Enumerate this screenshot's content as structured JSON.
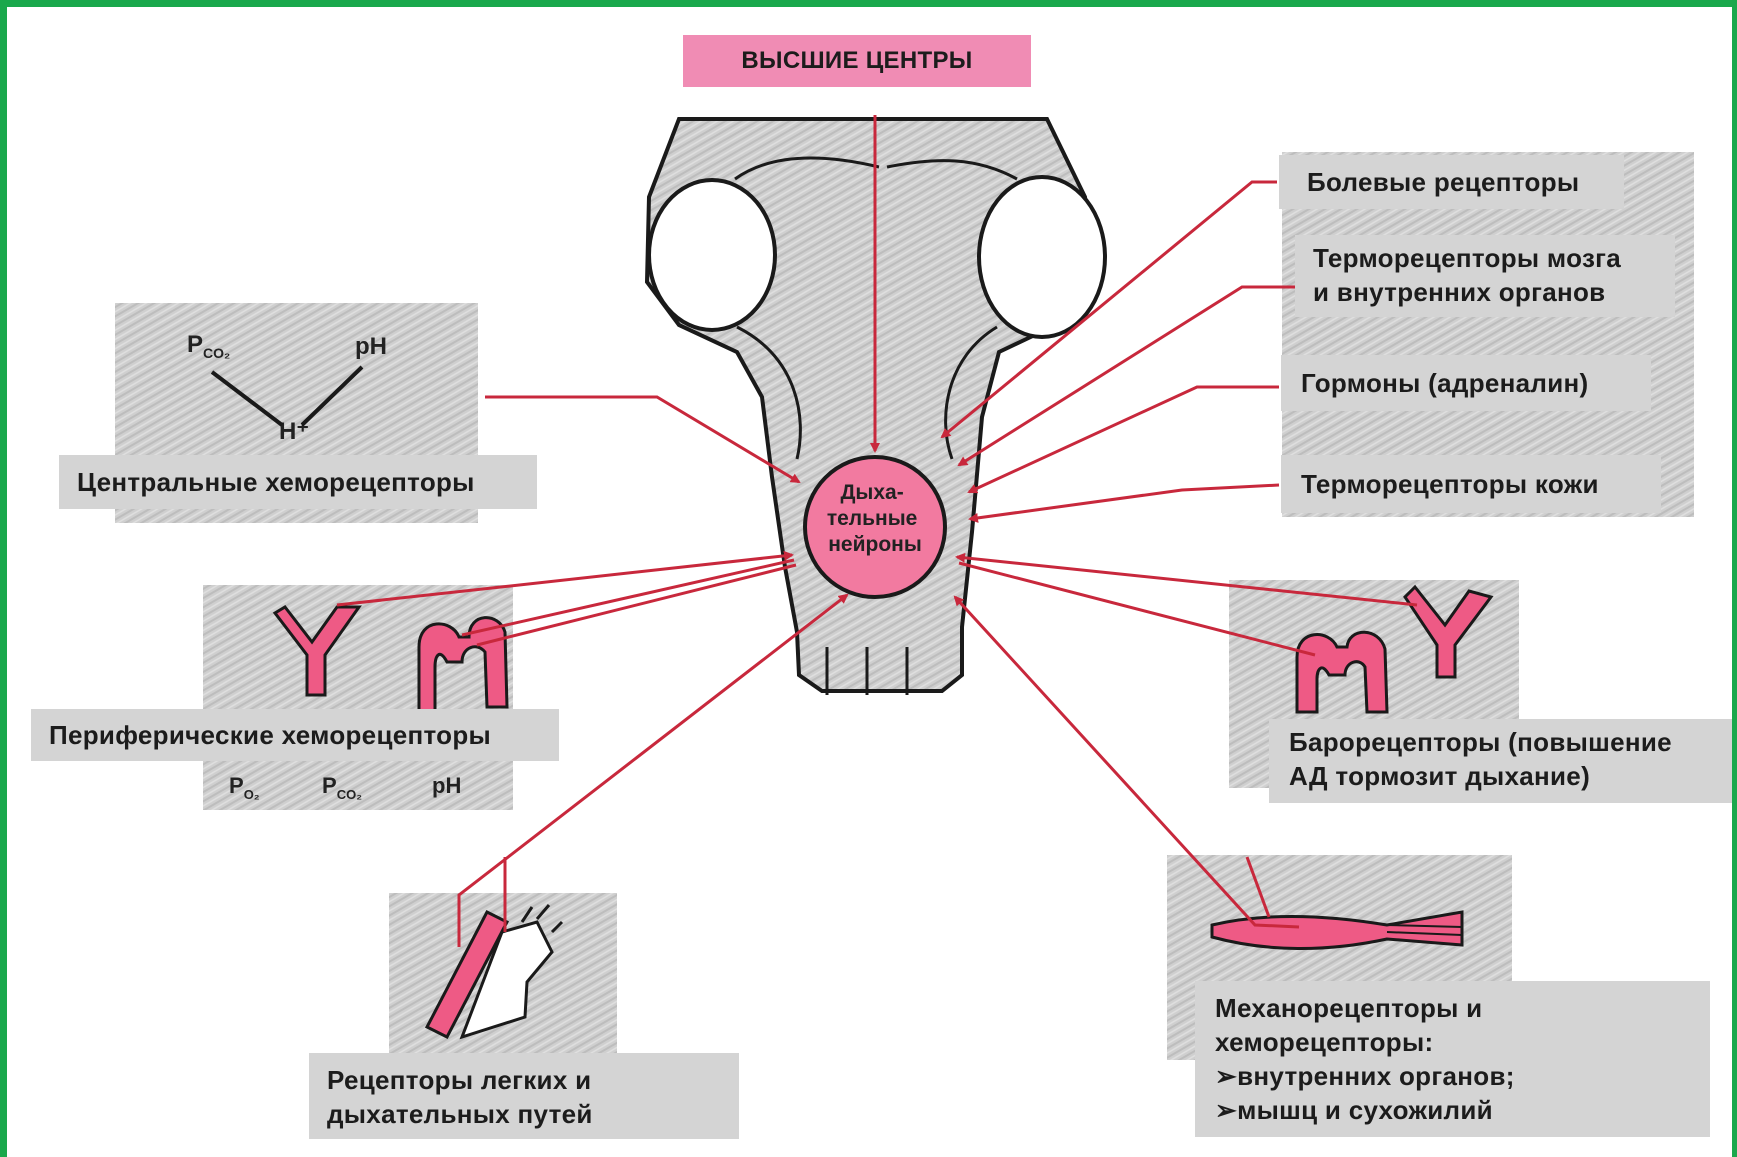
{
  "labels": {
    "higher_centers": "ВЫСШИЕ ЦЕНТРЫ",
    "pain": "Болевые рецепторы",
    "thermo_brain": "Терморецепторы мозга\nи внутренних органов",
    "hormones": "Гормоны (адреналин)",
    "thermo_skin": "Терморецепторы кожи",
    "central_chemo": "Центральные хеморецепторы",
    "peripheral_chemo": "Периферические хеморецепторы",
    "baro": "Барорецепторы (повышение\nАД тормозит дыхание)",
    "lungs": "Рецепторы легких и\nдыхательных путей",
    "mechano": "Механорецепторы и\nхеморецепторы:\n➢внутренних органов;\n➢мышц и сухожилий"
  },
  "center_neurons": [
    "Дыха-",
    "тельные",
    "нейроны"
  ],
  "central_symbols": {
    "pco2": "P",
    "pco2_sub": "CO₂",
    "ph": "pH",
    "h": "H⁺"
  },
  "peripheral_symbols": {
    "po2": "P",
    "po2_sub": "O₂",
    "pco2": "P",
    "pco2_sub": "CO₂",
    "ph": "pH"
  },
  "colors": {
    "frame": "#1aa84c",
    "nerve": "#c8283c",
    "pink_fill": "#ee5a85",
    "center_fill": "#f27aa0",
    "label_bg": "#d4d4d4",
    "title_bg": "#f08cb4"
  }
}
